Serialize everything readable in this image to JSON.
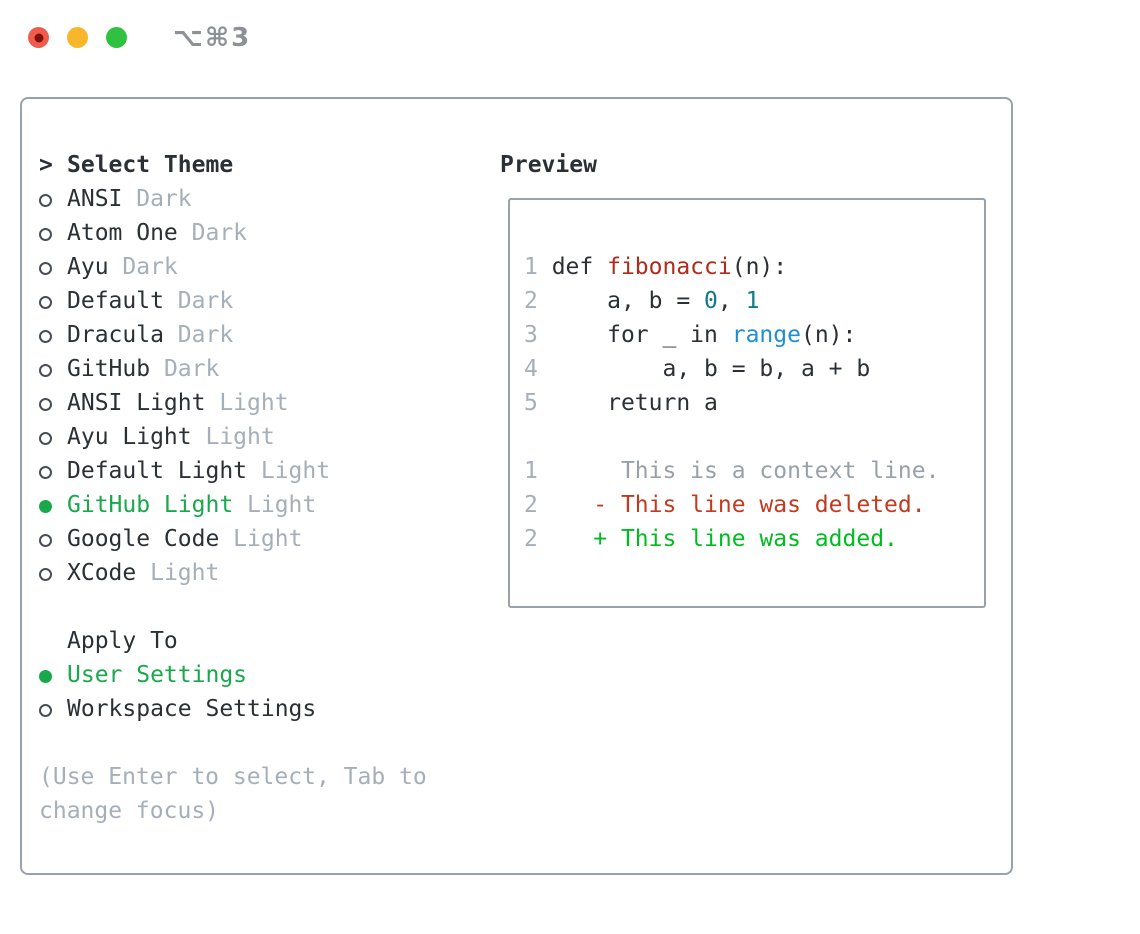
{
  "window": {
    "title": "⌥⌘3",
    "traffic_lights": [
      {
        "name": "close",
        "color": "#f15b4e",
        "inner_dot": "#7e120a"
      },
      {
        "name": "minimize",
        "color": "#f8b62a",
        "inner_dot": null
      },
      {
        "name": "zoom",
        "color": "#2fc240",
        "inner_dot": null
      }
    ]
  },
  "colors": {
    "text_dark": "#2b3036",
    "muted_gray": "#a6afb9",
    "context_gray": "#98a1aa",
    "border_gray": "#99a1ab",
    "accent_green": "#19a84b",
    "added_green": "#00bd1f",
    "deleted_red": "#c43a20",
    "function_red": "#b02b1b",
    "number_teal": "#0e7c87",
    "builtin_blue": "#1f8fd4",
    "title_gray": "#8d9196",
    "circle_outline": "#474e57"
  },
  "theme_list": {
    "prompt": ">",
    "heading": "Select Theme",
    "items": [
      {
        "label": "ANSI",
        "tag": "Dark",
        "selected": false
      },
      {
        "label": "Atom One",
        "tag": "Dark",
        "selected": false
      },
      {
        "label": "Ayu",
        "tag": "Dark",
        "selected": false
      },
      {
        "label": "Default",
        "tag": "Dark",
        "selected": false
      },
      {
        "label": "Dracula",
        "tag": "Dark",
        "selected": false
      },
      {
        "label": "GitHub",
        "tag": "Dark",
        "selected": false
      },
      {
        "label": "ANSI Light",
        "tag": "Light",
        "selected": false
      },
      {
        "label": "Ayu Light",
        "tag": "Light",
        "selected": false
      },
      {
        "label": "Default Light",
        "tag": "Light",
        "selected": false
      },
      {
        "label": "GitHub Light",
        "tag": "Light",
        "selected": true
      },
      {
        "label": "Google Code",
        "tag": "Light",
        "selected": false
      },
      {
        "label": "XCode",
        "tag": "Light",
        "selected": false
      }
    ]
  },
  "apply_to": {
    "heading": "Apply To",
    "options": [
      {
        "label": "User Settings",
        "selected": true
      },
      {
        "label": "Workspace Settings",
        "selected": false
      }
    ]
  },
  "hint": "(Use Enter to select, Tab to change focus)",
  "preview": {
    "heading": "Preview",
    "lines": [
      {
        "tokens": [
          {
            "t": "1 ",
            "c": "muted_gray"
          },
          {
            "t": "def ",
            "c": "text_dark"
          },
          {
            "t": "fibonacci",
            "c": "function_red"
          },
          {
            "t": "(n):",
            "c": "text_dark"
          }
        ]
      },
      {
        "tokens": [
          {
            "t": "2",
            "c": "muted_gray"
          },
          {
            "t": "     a, b = ",
            "c": "text_dark"
          },
          {
            "t": "0",
            "c": "number_teal"
          },
          {
            "t": ", ",
            "c": "text_dark"
          },
          {
            "t": "1",
            "c": "number_teal"
          }
        ]
      },
      {
        "tokens": [
          {
            "t": "3",
            "c": "muted_gray"
          },
          {
            "t": "     for _ in ",
            "c": "text_dark"
          },
          {
            "t": "range",
            "c": "builtin_blue"
          },
          {
            "t": "(n):",
            "c": "text_dark"
          }
        ]
      },
      {
        "tokens": [
          {
            "t": "4",
            "c": "muted_gray"
          },
          {
            "t": "         a, b = b, a + b",
            "c": "text_dark"
          }
        ]
      },
      {
        "tokens": [
          {
            "t": "5",
            "c": "muted_gray"
          },
          {
            "t": "     return a",
            "c": "text_dark"
          }
        ]
      },
      {
        "tokens": []
      },
      {
        "tokens": [
          {
            "t": "1",
            "c": "muted_gray"
          },
          {
            "t": "      This is a context line.",
            "c": "context_gray"
          }
        ]
      },
      {
        "tokens": [
          {
            "t": "2",
            "c": "muted_gray"
          },
          {
            "t": "    ",
            "c": "text_dark"
          },
          {
            "t": "- This line was deleted.",
            "c": "deleted_red"
          }
        ]
      },
      {
        "tokens": [
          {
            "t": "2",
            "c": "muted_gray"
          },
          {
            "t": "    ",
            "c": "text_dark"
          },
          {
            "t": "+ This line was added.",
            "c": "added_green"
          }
        ]
      }
    ]
  }
}
